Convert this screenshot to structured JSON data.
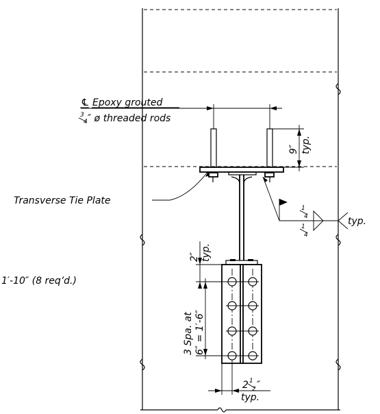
{
  "labels": {
    "epoxy_line1": "Epoxy grouted",
    "epoxy_line2_num": "3",
    "epoxy_line2_den": "4",
    "epoxy_line2_rest": "″ ø threaded rods",
    "centerline_symbol": "℄",
    "rod_embed_dim": "9″",
    "rod_embed_typ": "typ.",
    "tie_plate": "Transverse Tie Plate",
    "weld_size_top": "1",
    "weld_size_top_den": "4",
    "weld_size_bot": "1",
    "weld_size_bot_den": "4",
    "weld_typ": "typ.",
    "top_bolt_dim": "2″",
    "top_bolt_typ": "typ.",
    "spacing_line1": "3 Spa. at",
    "spacing_line2": "6″ = 1′-6″",
    "length_note": "1′-10″ (8 req’d.)",
    "edge_dim_whole": "2",
    "edge_dim_frac": "1",
    "edge_dim_den": "2",
    "edge_dim_unit": "″",
    "edge_dim_typ": "typ."
  }
}
